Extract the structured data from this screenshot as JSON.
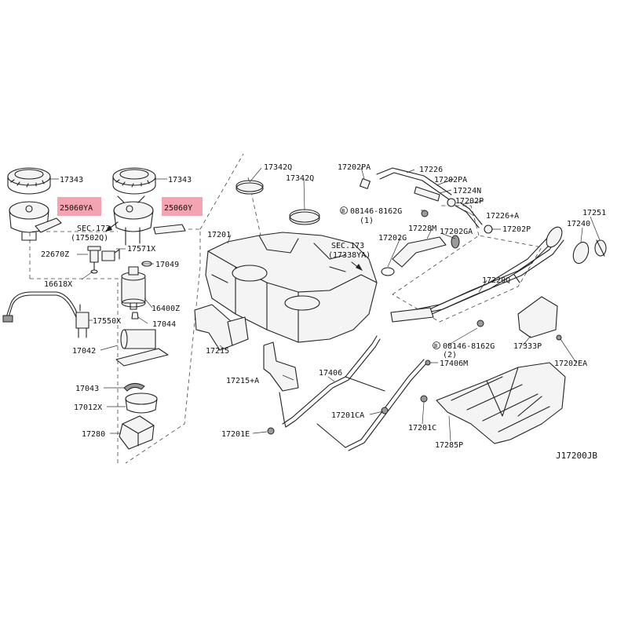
{
  "diagram": {
    "diagram_code": "J17200JB",
    "highlight_color": "#f3a3b1",
    "labels": {
      "p17343_left": "17343",
      "p17343_right": "17343",
      "p25060ya": "25060YA",
      "p25060y": "25060Y",
      "sec173_17502q_a": "SEC.173",
      "sec173_17502q_b": "(17502Q)",
      "p22670z": "22670Z",
      "p17571x": "17571X",
      "p17049": "17049",
      "p16618x": "16618X",
      "p16400z": "16400Z",
      "p17550x": "17550X",
      "p17044": "17044",
      "p17042": "17042",
      "p17043": "17043",
      "p17012x": "17012X",
      "p17280": "17280",
      "p17342q_a": "17342Q",
      "p17342q_b": "17342Q",
      "p17201": "17201",
      "sec173_17338ya_a": "SEC.173",
      "sec173_17338ya_b": "(17338YA)",
      "p17202pa_a": "17202PA",
      "p17226": "17226",
      "p17202pa_b": "17202PA",
      "p17224n": "17224N",
      "p17202p_a": "17202P",
      "p17226a": "17226+A",
      "bolt_08146_a": "08146-8162G",
      "bolt_08146_a_qty": "(1)",
      "p17202g": "17202G",
      "p17228m": "17228M",
      "p17202ga": "17202GA",
      "p17202p_b": "17202P",
      "p17251": "17251",
      "p17240": "17240",
      "p17220q": "17220Q",
      "p17333p": "17333P",
      "bolt_08146_b": "08146-8162G",
      "bolt_08146_b_qty": "(2)",
      "p17202ea": "17202EA",
      "p17406m": "17406M",
      "p17406": "17406",
      "p17215": "17215",
      "p17215a": "17215+A",
      "p17201ca": "17201CA",
      "p17201c": "17201C",
      "p17201e": "17201E",
      "p17285p": "17285P",
      "bolt_symbol_a": "B",
      "bolt_symbol_b": "B"
    }
  }
}
